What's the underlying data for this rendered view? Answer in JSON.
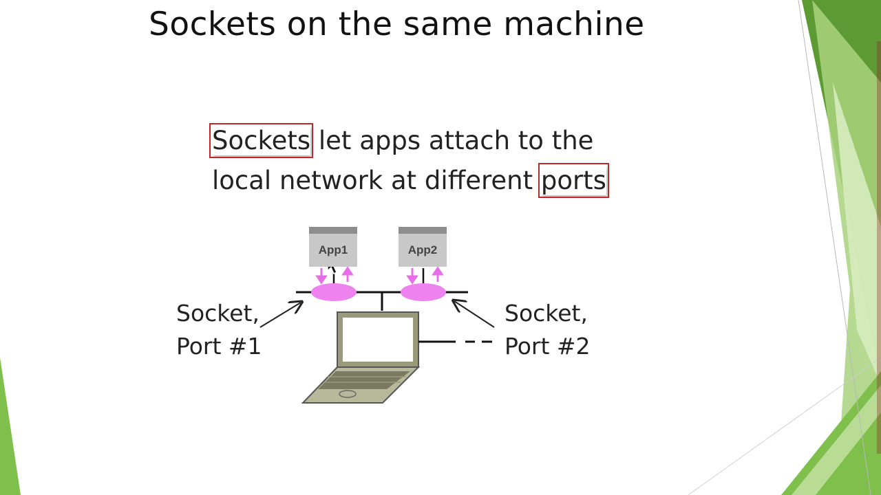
{
  "slide": {
    "title": "Sockets on the same machine",
    "sentence": {
      "line1_highlight": "Sockets",
      "line1_rest": " let apps attach to the",
      "line2_rest": "local network at different ",
      "line2_highlight": "ports"
    }
  },
  "diagram": {
    "apps": [
      {
        "label": "App1"
      },
      {
        "label": "App2"
      }
    ],
    "sockets": [
      {
        "line1": "Socket,",
        "line2": "Port #1"
      },
      {
        "line1": "Socket,",
        "line2": "Port #2"
      }
    ]
  },
  "colors": {
    "accent_green": "#70ad47",
    "dark_green": "#4e8a2e",
    "light_green": "#c5e0a5",
    "highlight_red": "#c0272d",
    "socket_magenta": "#ee82ee"
  }
}
